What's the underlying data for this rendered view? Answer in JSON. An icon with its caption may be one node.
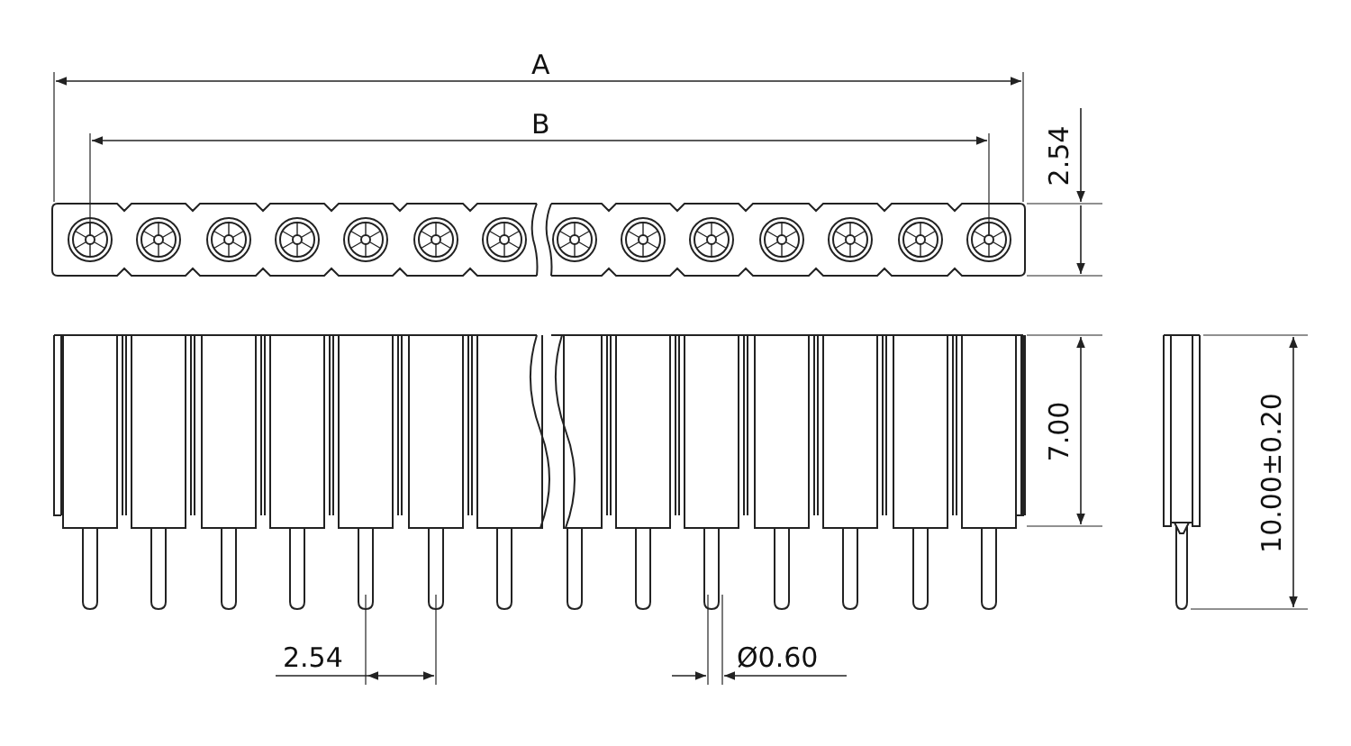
{
  "diagram": {
    "labels": [
      "A",
      "B",
      "2.54",
      "7.00",
      "10.00±0.20",
      "2.54",
      "Ø0.60"
    ]
  }
}
